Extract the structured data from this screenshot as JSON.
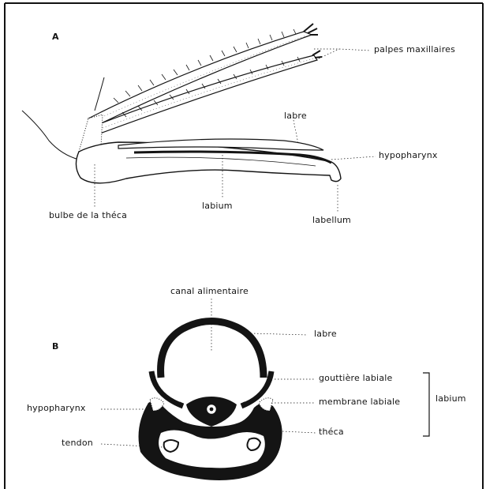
{
  "panels": {
    "a": {
      "letter": "A",
      "labels": {
        "palpes": "palpes maxillaires",
        "labre": "labre",
        "hypopharynx": "hypopharynx",
        "bulbe": "bulbe de la théca",
        "labium": "labium",
        "labellum": "labellum"
      }
    },
    "b": {
      "letter": "B",
      "labels": {
        "canal": "canal alimentaire",
        "labre": "labre",
        "gouttiere": "gouttière labiale",
        "membrane": "membrane labiale",
        "labium_bracket": "labium",
        "hypopharynx": "hypopharynx",
        "tendon": "tendon",
        "theca": "théca"
      }
    }
  },
  "colors": {
    "ink": "#141414",
    "page": "#ffffff",
    "frame": "#111111"
  }
}
